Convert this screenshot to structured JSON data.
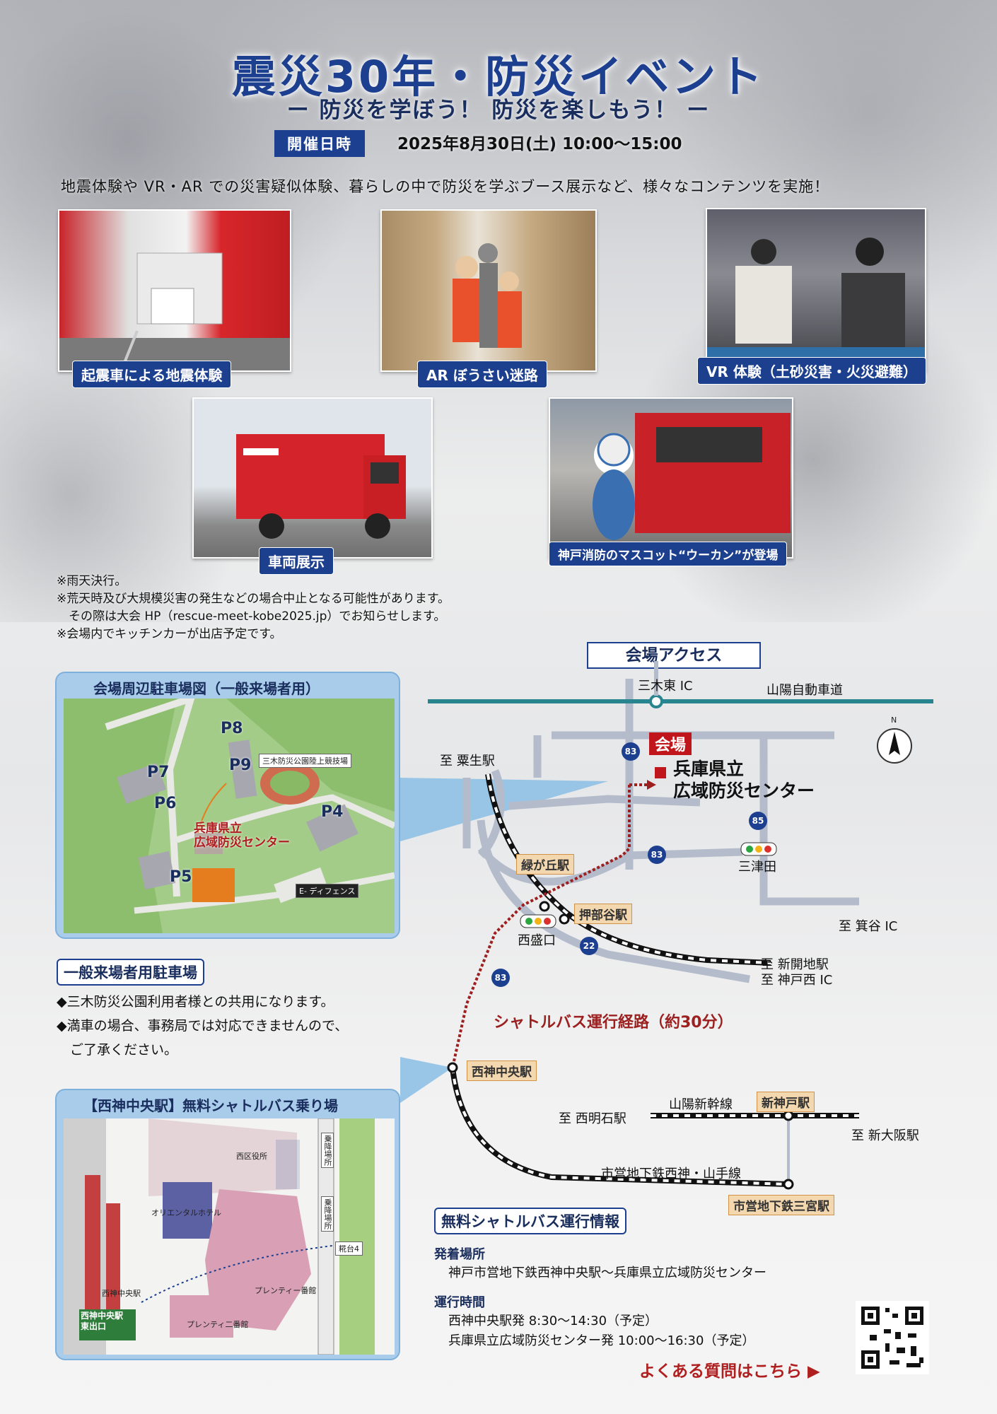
{
  "header": {
    "title": "震災30年・防災イベント",
    "subtitle": "ー 防災を学ぼう！ 防災を楽しもう！ ー",
    "date_label": "開催日時",
    "date_value": "2025年8月30日(土) 10:00〜15:00"
  },
  "intro": "地震体験や VR・AR での災害疑似体験、暮らしの中で防災を学ぶブース展示など、様々なコンテンツを実施！",
  "photos": [
    {
      "caption": "起震車による地震体験"
    },
    {
      "caption": "AR ぼうさい迷路"
    },
    {
      "caption": "VR 体験（土砂災害・火災避難）"
    },
    {
      "caption": "車両展示"
    },
    {
      "caption": "神戸消防のマスコット“ウーカン”が登場"
    }
  ],
  "notes": [
    "※雨天決行。",
    "※荒天時及び大規模災害の発生などの場合中止となる可能性があります。",
    "　その際は大会 HP（rescue-meet-kobe2025.jp）でお知らせします。",
    "※会場内でキッチンカーが出店予定です。"
  ],
  "parking_map": {
    "title": "会場周辺駐車場図（一般来場者用）",
    "lots": [
      "P8",
      "P9",
      "P7",
      "P6",
      "P4",
      "P5"
    ],
    "stadium": "三木防災公園陸上競技場",
    "center": "兵庫県立\n広域防災センター",
    "efence": "E- ディフェンス"
  },
  "parking_info": {
    "title": "一般来場者用駐車場",
    "items": [
      "◆三木防災公園利用者様との共用になります。",
      "◆満車の場合、事務局では対応できませんので、",
      "　ご了承ください。"
    ]
  },
  "access": {
    "title": "会場アクセス",
    "ic_miki": "三木東 IC",
    "expressway": "山陽自動車道",
    "venue_tag": "会場",
    "venue_name": "兵庫県立\n広域防災センター",
    "to_awazu": "至 粟生駅",
    "midorigaoka": "緑が丘駅",
    "oshibedani": "押部谷駅",
    "nishisakaguchi": "西盛口",
    "mitsuda": "三津田",
    "to_minotani": "至 箕谷 IC",
    "to_shinkaichi": "至 新開地駅",
    "to_kobenishi": "至 神戸西 IC",
    "shuttle_route": "シャトルバス運行経路（約30分）",
    "nishishin": "西神中央駅",
    "sanyo_shinkansen": "山陽新幹線",
    "shinkobe": "新神戸駅",
    "to_nishiakashi": "至 西明石駅",
    "to_shinosaka": "至 新大阪駅",
    "subway": "市営地下鉄西神・山手線",
    "sannomiya": "市営地下鉄三宮駅",
    "routes": [
      "83",
      "85",
      "83",
      "22",
      "83"
    ],
    "compass": "N"
  },
  "bus_stop_map": {
    "title": "【西神中央駅】無料シャトルバス乗り場",
    "labels": {
      "kuyakusho": "西区役所",
      "oriental": "オリエンタルホテル",
      "station": "西神中央駅",
      "exit": "西神中央駅\n東出口",
      "prentie1": "プレンティー番館",
      "prentie2": "プレンティ二番館",
      "noriba": "乗降場所",
      "noriba2": "乗降場所",
      "koudai": "糀台4"
    }
  },
  "shuttle_info": {
    "title": "無料シャトルバス運行情報",
    "place_label": "発着場所",
    "place": "神戸市営地下鉄西神中央駅〜兵庫県立広域防災センター",
    "time_label": "運行時間",
    "times": [
      "西神中央駅発 8:30〜14:30（予定）",
      "兵庫県立広域防災センター発 10:00〜16:30（予定）"
    ],
    "faq": "よくある質問はこちら ▶"
  }
}
